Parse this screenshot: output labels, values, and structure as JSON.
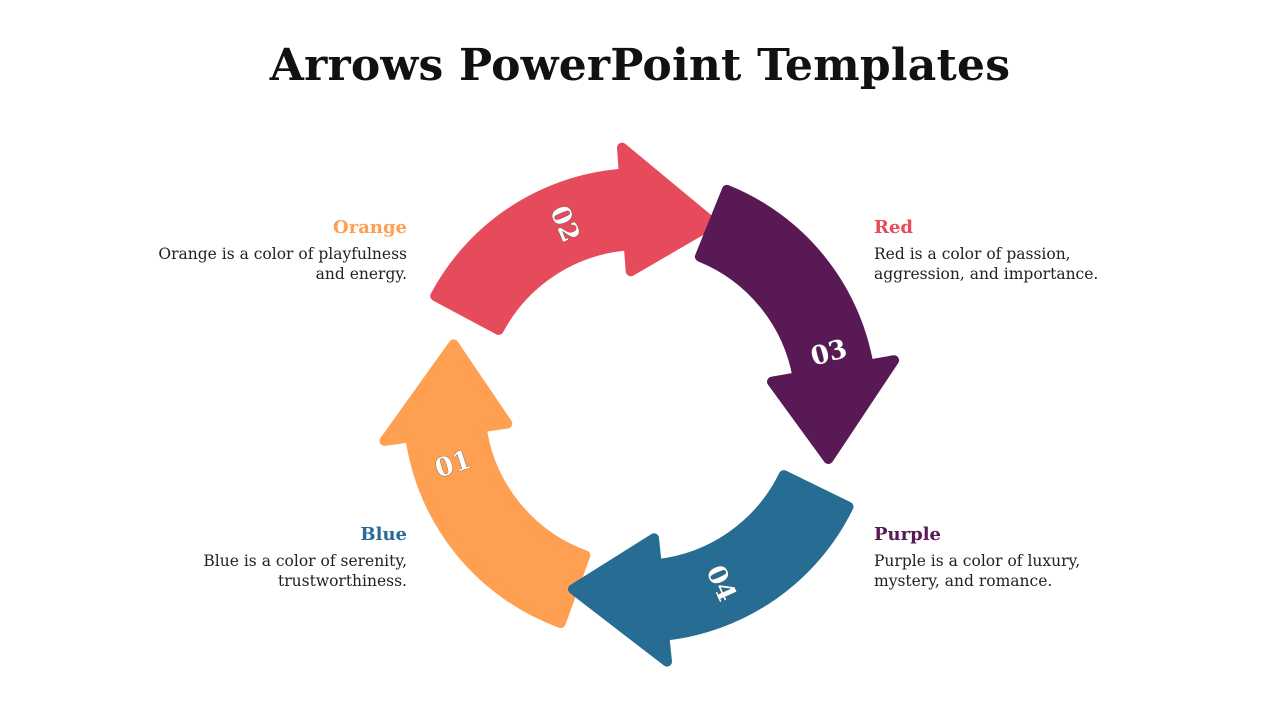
{
  "title": "Arrows PowerPoint Templates",
  "steps": [
    {
      "number": "01",
      "label": "Orange",
      "description": "Orange is a color of playfulness and energy.",
      "color": "#FF9F52"
    },
    {
      "number": "02",
      "label": "Red",
      "description": "Red is a color of passion, aggression, and importance.",
      "color": "#E64B5B"
    },
    {
      "number": "03",
      "label": "Purple",
      "description": "Purple is a color of luxury, mystery, and romance.",
      "color": "#581955"
    },
    {
      "number": "04",
      "label": "Blue",
      "description": "Blue is a color of serenity, trustworthiness.",
      "color": "#276D93"
    }
  ]
}
